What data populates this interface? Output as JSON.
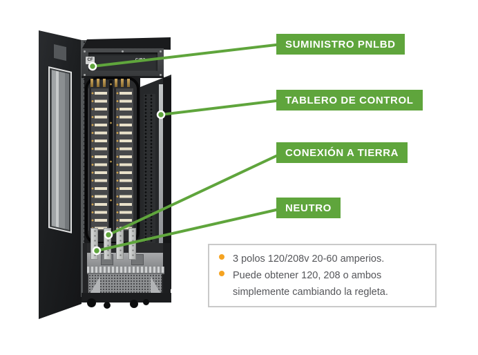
{
  "callouts": [
    {
      "id": "suministro-pnlbd",
      "label": "SUMINISTRO PNLBD"
    },
    {
      "id": "tablero-de-control",
      "label": "TABLERO DE CONTROL"
    },
    {
      "id": "conexion-a-tierra",
      "label": "CONEXIÓN A TIERRA"
    },
    {
      "id": "neutro",
      "label": "NEUTRO"
    }
  ],
  "info_box": {
    "items": [
      "3 polos 120/208v 20-60 amperios.",
      "Puede obtener 120, 208 o ambos simplemente cambiando la regleta."
    ]
  },
  "equipment": {
    "panel_marking_left": "CF",
    "panel_marking_right": "C/B2"
  },
  "colors": {
    "callout_green": "#5fa53c",
    "bullet_orange": "#f5a321",
    "info_border": "#c9c9c9",
    "info_text": "#55565a",
    "background": "#ffffff"
  }
}
